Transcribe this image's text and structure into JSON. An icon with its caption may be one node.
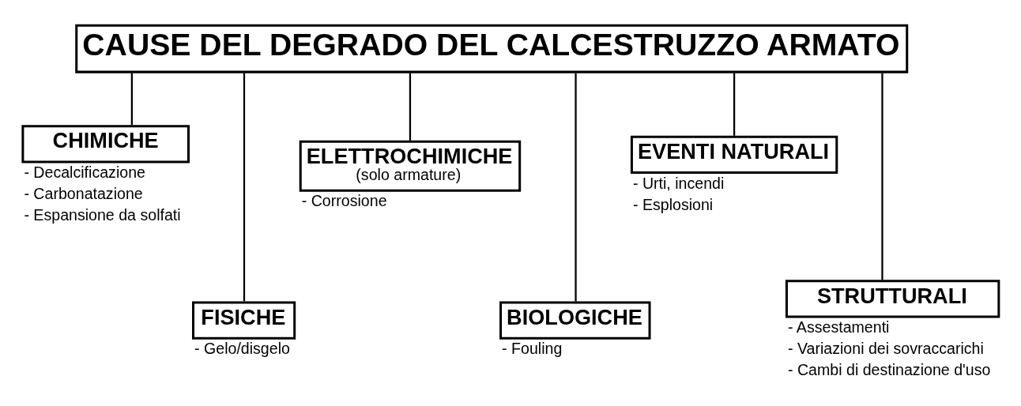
{
  "diagram": {
    "nodes": [
      {
        "text": [
          "CAUSE DEL DEGRADO DEL CALCESTRUZZO ARMATO"
        ]
      },
      {
        "text": [
          "CHIMICHE"
        ],
        "beside": [
          "- Decalcificazione",
          "- Carbonatazione",
          "- Espansione da solfati"
        ]
      },
      {
        "text": [
          "ELETTROCHIMICHE",
          "(solo armature)"
        ],
        "beside": [
          "- Corrosione"
        ]
      },
      {
        "text": [
          "EVENTI NATURALI"
        ],
        "beside": [
          "- Urti, incendi",
          "- Esplosioni"
        ]
      },
      {
        "text": [
          "FISICHE"
        ],
        "beside": [
          "- Gelo/disgelo"
        ]
      },
      {
        "text": [
          "BIOLOGICHE"
        ],
        "beside": [
          "- Fouling"
        ]
      },
      {
        "text": [
          "STRUTTURALI"
        ],
        "beside": [
          "- Assestamenti",
          "- Variazioni dei sovraccarichi",
          "- Cambi di destinazione d'uso"
        ]
      }
    ],
    "edges": [
      {
        "from": 0,
        "to": 1,
        "arrow": "none"
      },
      {
        "from": 0,
        "to": 4,
        "arrow": "none"
      },
      {
        "from": 0,
        "to": 2,
        "arrow": "none"
      },
      {
        "from": 0,
        "to": 5,
        "arrow": "none"
      },
      {
        "from": 0,
        "to": 3,
        "arrow": "none"
      },
      {
        "from": 0,
        "to": 6,
        "arrow": "none"
      }
    ]
  }
}
